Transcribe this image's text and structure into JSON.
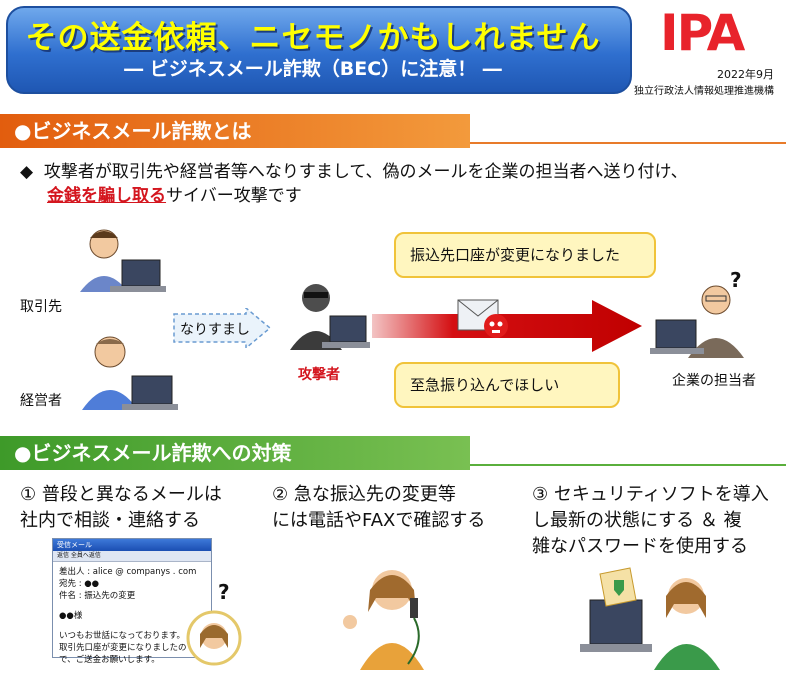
{
  "header": {
    "title": "その送金依頼、ニセモノかもしれません",
    "subtitle": "― ビジネスメール詐欺（BEC）に注意！ ―",
    "logo": "IPA",
    "date": "2022年9月",
    "org": "独立行政法人情報処理推進機構"
  },
  "section1": {
    "heading": "●ビジネスメール詐欺とは",
    "bullet": "◆",
    "desc_pre": "攻撃者が取引先や経営者等へなりすまして、偽のメールを企業の担当者へ送り付け、",
    "desc_highlight": "金銭を騙し取る",
    "desc_post": "サイバー攻撃です"
  },
  "diagram": {
    "partner_label": "取引先",
    "executive_label": "経営者",
    "impersonate_label": "なりすまし",
    "attacker_label": "攻撃者",
    "bubble_top": "振込先口座が変更になりました",
    "bubble_bottom": "至急振り込んでほしい",
    "target_label": "企業の担当者",
    "question_mark": "?"
  },
  "section2": {
    "heading": "●ビジネスメール詐欺への対策",
    "measures": [
      {
        "line1": "① 普段と異なるメールは",
        "line2": "社内で相談・連絡する",
        "line3": ""
      },
      {
        "line1": "② 急な振込先の変更等",
        "line2": "には電話やFAXで確認する",
        "line3": ""
      },
      {
        "line1": "③ セキュリティソフトを導入",
        "line2": "し最新の状態にする ＆ 複",
        "line3": "雑なパスワードを使用する"
      }
    ]
  },
  "mail": {
    "window_title": "受信メール",
    "toolbar": "返信   全員へ返信",
    "from": "差出人 : alice @ companys . com",
    "to": "宛先 : ●●",
    "subject": "件名 : 振込先の変更",
    "salutation": "●●様",
    "body1": "いつもお世話になっております。",
    "body2": "取引先口座が変更になりましたの",
    "body3": "で、ご送金お願いします。",
    "question_mark": "?"
  },
  "colors": {
    "banner_blue": "#2f6fcf",
    "title_yellow": "#ffff00",
    "logo_red": "#e8232b",
    "section1_orange": "#e25d0e",
    "section2_green": "#3e9a29",
    "highlight_red": "#d4161f",
    "arrow_red": "#d40f12",
    "bubble_fill": "#fff6bf"
  }
}
